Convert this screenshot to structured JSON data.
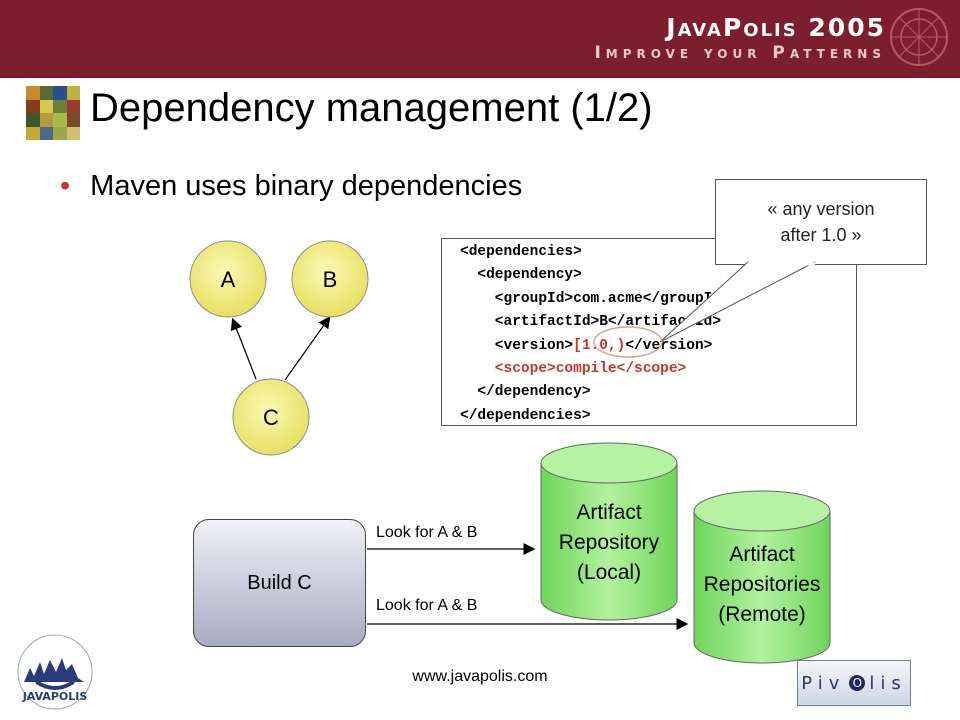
{
  "banner": {
    "brand_title": "JavaPolis 2005",
    "brand_subtitle": "Improve your Patterns"
  },
  "slide": {
    "title": "Dependency management (1/2)",
    "bullet": "Maven uses binary dependencies"
  },
  "graph": {
    "nodes": [
      "A",
      "B",
      "C"
    ]
  },
  "code": {
    "lines": [
      "<dependencies>",
      "  <dependency>",
      "    <groupId>com.acme</groupId>",
      "    <artifactId>B</artifactId>",
      "    <version>",
      "[1.0,)",
      "</version>",
      "    <scope>compile</scope>",
      "  </dependency>",
      "</dependencies>"
    ]
  },
  "callout": {
    "line1": "« any version",
    "line2": "after 1.0 »"
  },
  "flow": {
    "build_label": "Build C",
    "look_local": "Look for A & B",
    "look_remote": "Look for A & B",
    "local_repo": [
      "Artifact",
      "Repository",
      "(Local)"
    ],
    "remote_repo": [
      "Artifact",
      "Repositories",
      "(Remote)"
    ]
  },
  "footer": {
    "url": "www.javapolis.com",
    "logo_text": "JAVAPOLIS",
    "partner_logo": "PivOlis"
  },
  "colors": {
    "banner": "#7d1e2e",
    "node_fill": "#f3ef7a",
    "cylinder_fill": "#8ee07a",
    "code_highlight": "#c0392b"
  }
}
